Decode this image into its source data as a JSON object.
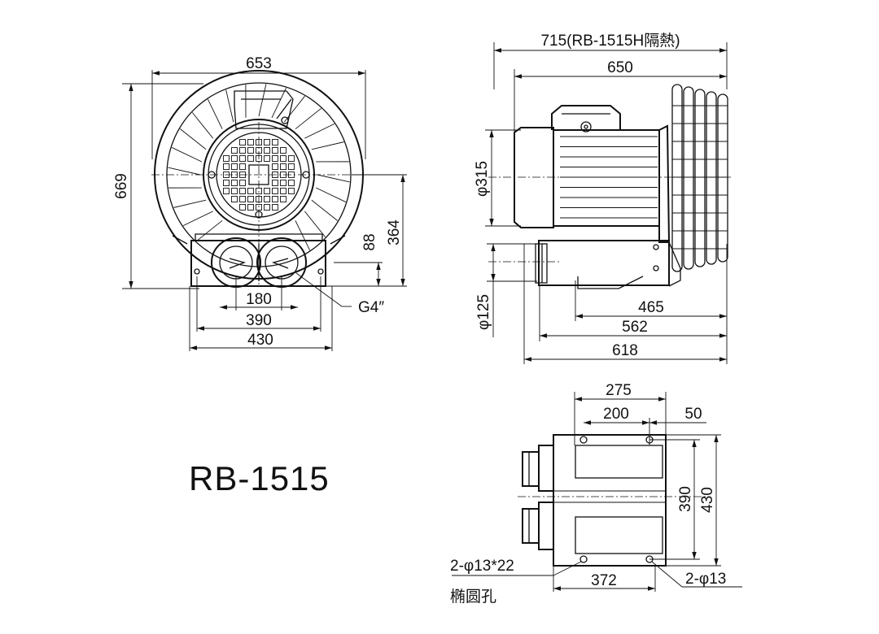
{
  "model": "RB-1515",
  "front_view": {
    "overall_width": "653",
    "overall_height": "669",
    "center_height": "364",
    "outlet_height": "88",
    "port_spacing": "180",
    "mount_spacing": "390",
    "base_width": "430",
    "port_thread": "G4″"
  },
  "side_view": {
    "length_insulated": "715(RB-1515H隔熱)",
    "length": "650",
    "motor_diameter": "φ315",
    "port_diameter": "φ125",
    "dim_465": "465",
    "dim_562": "562",
    "dim_618": "618"
  },
  "bottom_view": {
    "dim_275": "275",
    "dim_200": "200",
    "dim_50": "50",
    "dim_390": "390",
    "dim_430": "430",
    "dim_372": "372",
    "slot_holes": "2-φ13*22",
    "slot_note": "椭圆孔",
    "round_holes": "2-φ13"
  }
}
